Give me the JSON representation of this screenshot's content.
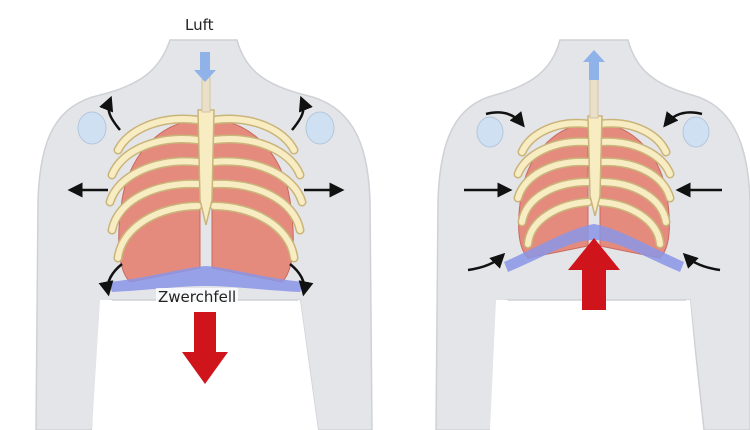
{
  "labels": {
    "air": "Luft",
    "diaphragm": "Zwerchfell"
  },
  "panels": [
    {
      "id": "inhalation",
      "air_flow": "down",
      "diaphragm_movement": "down",
      "ribcage": "expanded"
    },
    {
      "id": "exhalation",
      "air_flow": "up",
      "diaphragm_movement": "up",
      "ribcage": "contracted"
    }
  ],
  "colors": {
    "body": "#e4e5e9",
    "body_outline": "#cfd1d6",
    "bone": "#f8ecc2",
    "bone_outline": "#c9b47a",
    "lung": "#e48b7e",
    "diaphragm": "#8a95e6",
    "air_arrow": "#8fb3e8",
    "movement_arrow": "#d0141b",
    "rib_arrow": "#111111"
  }
}
